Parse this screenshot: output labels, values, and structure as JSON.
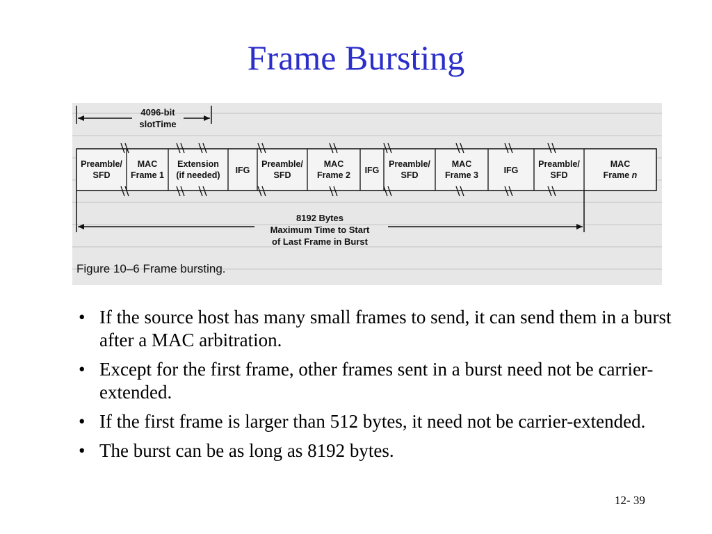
{
  "slide": {
    "title": "Frame Bursting",
    "page_number": "12- 39"
  },
  "figure": {
    "caption": "Figure 10–6  Frame bursting.",
    "slot_label_line1": "4096-bit",
    "slot_label_line2": "slotTime",
    "bytes_label": "8192 Bytes",
    "max_time_line1": "Maximum Time to Start",
    "max_time_line2": "of Last Frame in Burst",
    "boxes": [
      {
        "line1": "Preamble/",
        "line2": "SFD"
      },
      {
        "line1": "MAC",
        "line2": "Frame 1"
      },
      {
        "line1": "Extension",
        "line2": "(if needed)"
      },
      {
        "line1": "IFG",
        "line2": ""
      },
      {
        "line1": "Preamble/",
        "line2": "SFD"
      },
      {
        "line1": "MAC",
        "line2": "Frame 2"
      },
      {
        "line1": "IFG",
        "line2": ""
      },
      {
        "line1": "Preamble/",
        "line2": "SFD"
      },
      {
        "line1": "MAC",
        "line2": "Frame 3"
      },
      {
        "line1": "IFG",
        "line2": ""
      },
      {
        "line1": "Preamble/",
        "line2": "SFD"
      },
      {
        "line1": "MAC",
        "line2": "Frame n"
      }
    ]
  },
  "bullets": [
    "If the source host has many small frames to send, it can send them in a burst after a MAC arbitration.",
    "Except for the first frame, other frames sent in a burst need not be carrier-extended.",
    "If the first frame is larger than 512 bytes, it need not be carrier-extended.",
    "The burst can be as long as 8192 bytes."
  ]
}
